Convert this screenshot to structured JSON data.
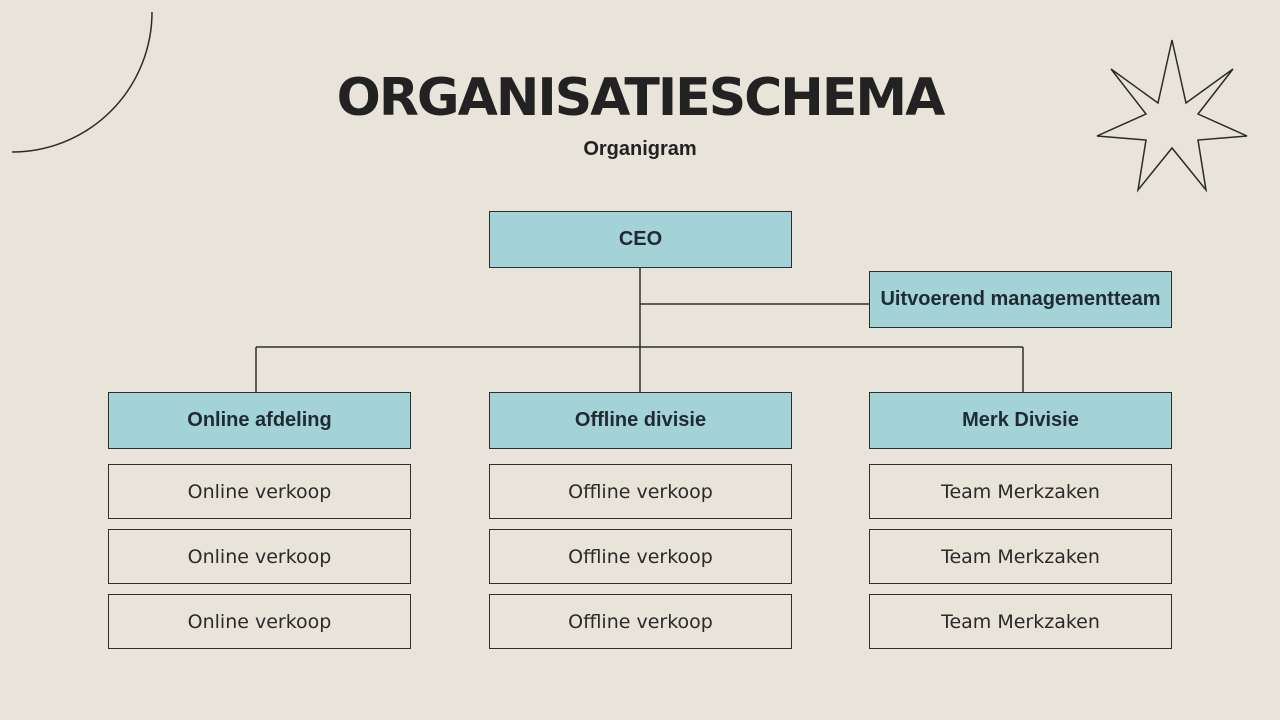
{
  "title": "ORGANISATIESCHEMA",
  "subtitle": "Organigram",
  "colors": {
    "background": "#e9e4da",
    "box_fill": "#a3d3d6",
    "line": "#2e2e2e"
  },
  "nodes": {
    "ceo": "CEO",
    "management": "Uitvoerend managementteam",
    "divisions": [
      {
        "label": "Online afdeling",
        "items": [
          "Online verkoop",
          "Online verkoop",
          "Online verkoop"
        ]
      },
      {
        "label": "Offline divisie",
        "items": [
          "Offline verkoop",
          "Offline verkoop",
          "Offline verkoop"
        ]
      },
      {
        "label": "Merk Divisie",
        "items": [
          "Team Merkzaken",
          "Team Merkzaken",
          "Team Merkzaken"
        ]
      }
    ]
  }
}
